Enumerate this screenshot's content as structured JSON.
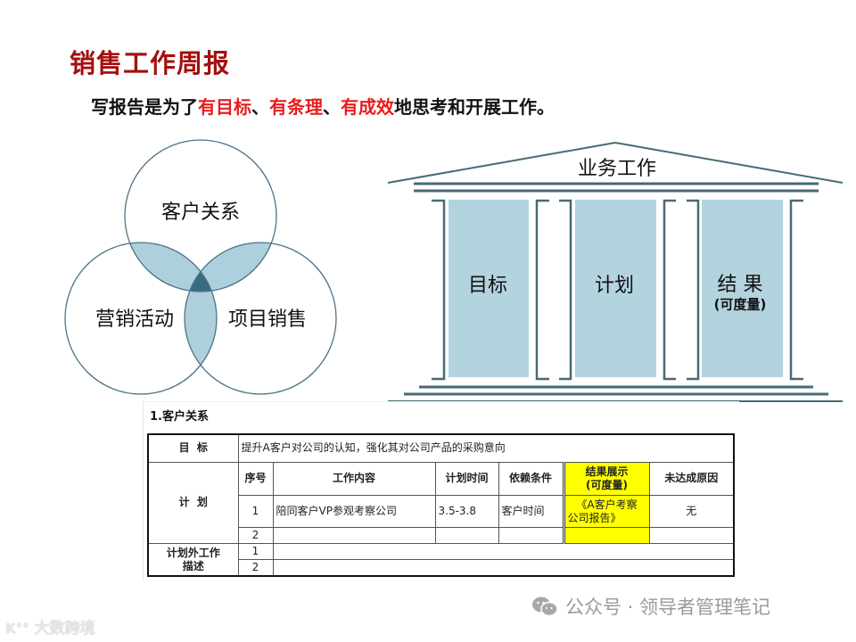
{
  "header": {
    "title": "销售工作周报",
    "subtitle_parts": [
      {
        "text": "写报告是为了",
        "highlight": false
      },
      {
        "text": "有目标",
        "highlight": true
      },
      {
        "text": "、",
        "highlight": false
      },
      {
        "text": "有条理",
        "highlight": true
      },
      {
        "text": "、",
        "highlight": false
      },
      {
        "text": "有成效",
        "highlight": true
      },
      {
        "text": "地思考和开展工作。",
        "highlight": false
      }
    ]
  },
  "venn": {
    "circles": [
      "客户关系",
      "营销活动",
      "项目销售"
    ],
    "colors": {
      "outline": "#4e7487",
      "overlap": "#aecfdc",
      "center": "#3a6a80"
    }
  },
  "temple": {
    "roof_label": "业务工作",
    "pillars": [
      {
        "label": "目标",
        "sub": ""
      },
      {
        "label": "计划",
        "sub": ""
      },
      {
        "label": "结 果",
        "sub": "(可度量)"
      }
    ],
    "colors": {
      "line": "#456a78",
      "pillar": "#b3d3de"
    }
  },
  "report_table": {
    "section_title": "1.客户关系",
    "goal_label": "目  标",
    "goal_text": "提升A客户对公司的认知，强化其对公司产品的采购意向",
    "plan_label": "计  划",
    "plan_headers": [
      "序号",
      "工作内容",
      "计划时间",
      "依赖条件",
      "结果展示\n(可度量)",
      "未达成原因"
    ],
    "result_header_line1": "结果展示",
    "result_header_line2": "(可度量)",
    "plan_rows": [
      {
        "no": "1",
        "content": "陪同客户VP参观考察公司",
        "time": "3.5-3.8",
        "dependency": "客户时间",
        "result_line1": "《A客户考察",
        "result_line2": "公司报告》",
        "reason": "无"
      },
      {
        "no": "2",
        "content": "",
        "time": "",
        "dependency": "",
        "result_line1": "",
        "result_line2": "",
        "reason": ""
      }
    ],
    "extra_label_line1": "计划外工作",
    "extra_label_line2": "描述",
    "extra_rows": [
      {
        "no": "1",
        "content": ""
      },
      {
        "no": "2",
        "content": ""
      }
    ],
    "highlight_color": "#ffff00"
  },
  "watermarks": {
    "right": "公众号 · 领导者管理笔记",
    "left": "大数跨境"
  }
}
